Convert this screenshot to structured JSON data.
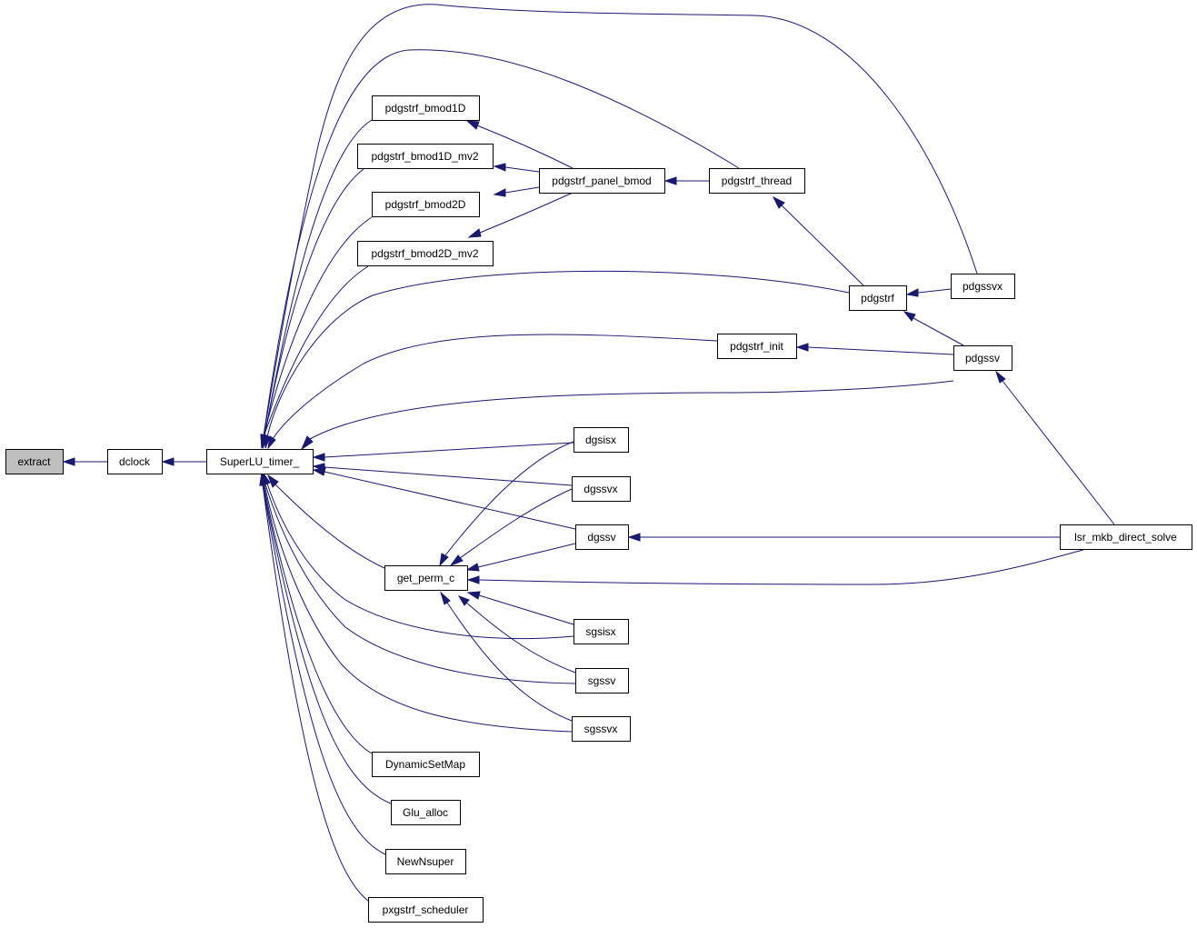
{
  "graph": {
    "type": "caller-graph",
    "colors": {
      "edge": "#191970",
      "current_fill": "#bfbfbf",
      "node_fill": "#ffffff",
      "node_border": "#000000"
    },
    "nodes": [
      {
        "id": "extract",
        "label": "extract",
        "current": true
      },
      {
        "id": "dclock",
        "label": "dclock"
      },
      {
        "id": "superlu_timer",
        "label": "SuperLU_timer_"
      },
      {
        "id": "bmod1d",
        "label": "pdgstrf_bmod1D"
      },
      {
        "id": "bmod1d_mv2",
        "label": "pdgstrf_bmod1D_mv2"
      },
      {
        "id": "bmod2d",
        "label": "pdgstrf_bmod2D"
      },
      {
        "id": "bmod2d_mv2",
        "label": "pdgstrf_bmod2D_mv2"
      },
      {
        "id": "panel_bmod",
        "label": "pdgstrf_panel_bmod"
      },
      {
        "id": "thread",
        "label": "pdgstrf_thread"
      },
      {
        "id": "pdgstrf",
        "label": "pdgstrf"
      },
      {
        "id": "pdgssvx",
        "label": "pdgssvx"
      },
      {
        "id": "pdgstrf_init",
        "label": "pdgstrf_init"
      },
      {
        "id": "pdgssv",
        "label": "pdgssv"
      },
      {
        "id": "dgsisx",
        "label": "dgsisx"
      },
      {
        "id": "dgssvx",
        "label": "dgssvx"
      },
      {
        "id": "dgssv",
        "label": "dgssv"
      },
      {
        "id": "lsr",
        "label": "lsr_mkb_direct_solve"
      },
      {
        "id": "get_perm_c",
        "label": "get_perm_c"
      },
      {
        "id": "sgsisx",
        "label": "sgsisx"
      },
      {
        "id": "sgssv",
        "label": "sgssv"
      },
      {
        "id": "sgssvx",
        "label": "sgssvx"
      },
      {
        "id": "dynsetmap",
        "label": "DynamicSetMap"
      },
      {
        "id": "glu_alloc",
        "label": "Glu_alloc"
      },
      {
        "id": "newnsuper",
        "label": "NewNsuper"
      },
      {
        "id": "pxgstrf_sched",
        "label": "pxgstrf_scheduler"
      }
    ],
    "edges": [
      {
        "from": "dclock",
        "to": "extract"
      },
      {
        "from": "superlu_timer",
        "to": "dclock"
      },
      {
        "from": "bmod1d",
        "to": "superlu_timer"
      },
      {
        "from": "bmod1d_mv2",
        "to": "superlu_timer"
      },
      {
        "from": "bmod2d",
        "to": "superlu_timer"
      },
      {
        "from": "bmod2d_mv2",
        "to": "superlu_timer"
      },
      {
        "from": "thread",
        "to": "superlu_timer"
      },
      {
        "from": "pdgssvx",
        "to": "superlu_timer"
      },
      {
        "from": "pdgstrf",
        "to": "superlu_timer"
      },
      {
        "from": "pdgstrf_init",
        "to": "superlu_timer"
      },
      {
        "from": "pdgssv",
        "to": "superlu_timer"
      },
      {
        "from": "dgsisx",
        "to": "superlu_timer"
      },
      {
        "from": "dgssvx",
        "to": "superlu_timer"
      },
      {
        "from": "dgssv",
        "to": "superlu_timer"
      },
      {
        "from": "get_perm_c",
        "to": "superlu_timer"
      },
      {
        "from": "sgsisx",
        "to": "superlu_timer"
      },
      {
        "from": "sgssv",
        "to": "superlu_timer"
      },
      {
        "from": "sgssvx",
        "to": "superlu_timer"
      },
      {
        "from": "dynsetmap",
        "to": "superlu_timer"
      },
      {
        "from": "glu_alloc",
        "to": "superlu_timer"
      },
      {
        "from": "newnsuper",
        "to": "superlu_timer"
      },
      {
        "from": "pxgstrf_sched",
        "to": "superlu_timer"
      },
      {
        "from": "panel_bmod",
        "to": "bmod1d"
      },
      {
        "from": "panel_bmod",
        "to": "bmod1d_mv2"
      },
      {
        "from": "panel_bmod",
        "to": "bmod2d"
      },
      {
        "from": "panel_bmod",
        "to": "bmod2d_mv2"
      },
      {
        "from": "thread",
        "to": "panel_bmod"
      },
      {
        "from": "pdgstrf",
        "to": "thread"
      },
      {
        "from": "pdgssvx",
        "to": "pdgstrf"
      },
      {
        "from": "pdgssv",
        "to": "pdgstrf"
      },
      {
        "from": "pdgssv",
        "to": "pdgstrf_init"
      },
      {
        "from": "lsr",
        "to": "pdgssv"
      },
      {
        "from": "lsr",
        "to": "dgssv"
      },
      {
        "from": "lsr",
        "to": "get_perm_c"
      },
      {
        "from": "dgsisx",
        "to": "get_perm_c"
      },
      {
        "from": "dgssvx",
        "to": "get_perm_c"
      },
      {
        "from": "dgssv",
        "to": "get_perm_c"
      },
      {
        "from": "sgsisx",
        "to": "get_perm_c"
      },
      {
        "from": "sgssv",
        "to": "get_perm_c"
      },
      {
        "from": "sgssvx",
        "to": "get_perm_c"
      }
    ]
  }
}
